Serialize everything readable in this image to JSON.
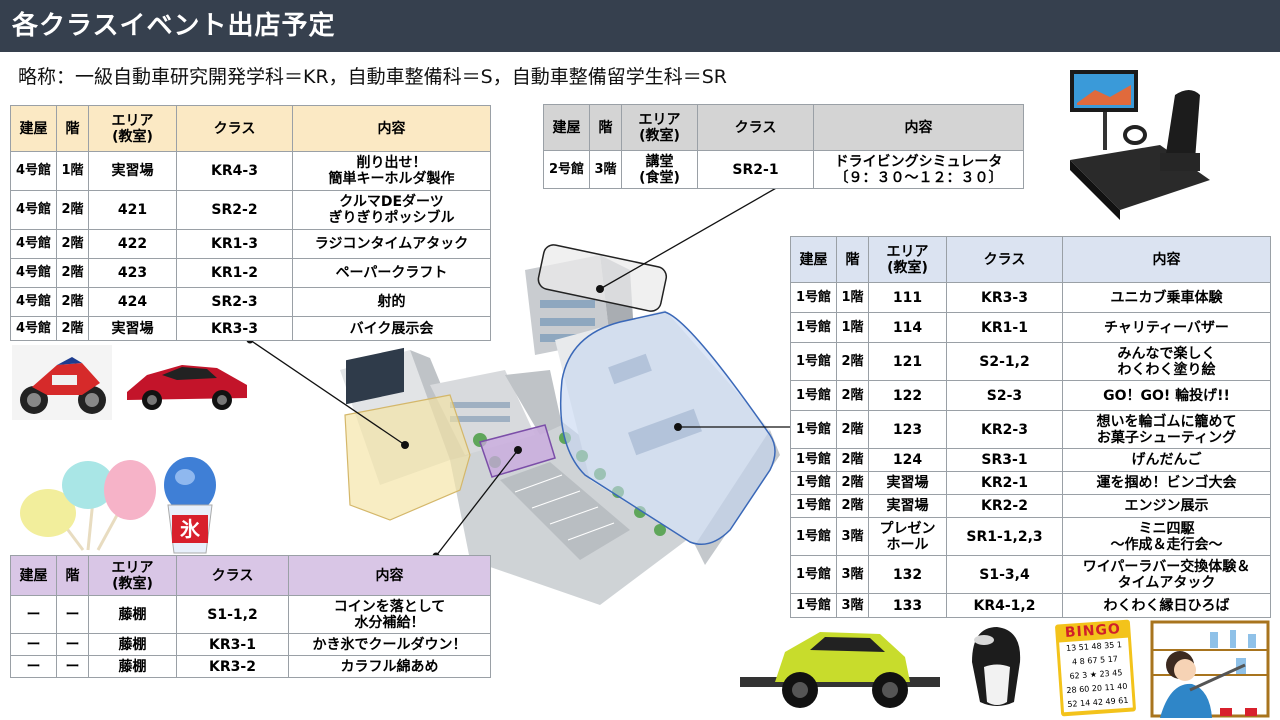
{
  "page": {
    "title": "各クラスイベント出店予定",
    "legend": "略称：一級自動車研究開発学科＝KR，自動車整備科＝S，自動車整備留学生科＝SR"
  },
  "headers": [
    "建屋",
    "階",
    "エリア\n(教室)",
    "クラス",
    "内容"
  ],
  "table_yellow": [
    {
      "building": "4号館",
      "floor": "1階",
      "area": "実習場",
      "cls": "KR4-3",
      "content": "削り出せ！\n簡単キーホルダ製作"
    },
    {
      "building": "4号館",
      "floor": "2階",
      "area": "421",
      "cls": "SR2-2",
      "content": "クルマDEダーツ\nぎりぎりポッシブル"
    },
    {
      "building": "4号館",
      "floor": "2階",
      "area": "422",
      "cls": "KR1-3",
      "content": "ラジコンタイムアタック"
    },
    {
      "building": "4号館",
      "floor": "2階",
      "area": "423",
      "cls": "KR1-2",
      "content": "ペーパークラフト"
    },
    {
      "building": "4号館",
      "floor": "2階",
      "area": "424",
      "cls": "SR2-3",
      "content": "射的"
    },
    {
      "building": "4号館",
      "floor": "2階",
      "area": "実習場",
      "cls": "KR3-3",
      "content": "バイク展示会"
    }
  ],
  "table_gray": [
    {
      "building": "2号館",
      "floor": "3階",
      "area": "講堂\n(食堂)",
      "cls": "SR2-1",
      "content": "ドライビングシミュレータ\n〔９：３０～１２：３０〕"
    }
  ],
  "table_blue": [
    {
      "building": "1号館",
      "floor": "1階",
      "area": "111",
      "cls": "KR3-3",
      "content": "ユニカブ乗車体験"
    },
    {
      "building": "1号館",
      "floor": "1階",
      "area": "114",
      "cls": "KR1-1",
      "content": "チャリティーバザー"
    },
    {
      "building": "1号館",
      "floor": "2階",
      "area": "121",
      "cls": "S2-1,2",
      "content": "みんなで楽しく\nわくわく塗り絵"
    },
    {
      "building": "1号館",
      "floor": "2階",
      "area": "122",
      "cls": "S2-3",
      "content": "GO！GO! 輪投げ!!"
    },
    {
      "building": "1号館",
      "floor": "2階",
      "area": "123",
      "cls": "KR2-3",
      "content": "想いを輪ゴムに籠めて\nお菓子シューティング"
    },
    {
      "building": "1号館",
      "floor": "2階",
      "area": "124",
      "cls": "SR3-1",
      "content": "げんだんご"
    },
    {
      "building": "1号館",
      "floor": "2階",
      "area": "実習場",
      "cls": "KR2-1",
      "content": "運を掴め！ビンゴ大会"
    },
    {
      "building": "1号館",
      "floor": "2階",
      "area": "実習場",
      "cls": "KR2-2",
      "content": "エンジン展示"
    },
    {
      "building": "1号館",
      "floor": "3階",
      "area": "プレゼン\nホール",
      "cls": "SR1-1,2,3",
      "content": "ミニ四駆\n～作成＆走行会～"
    },
    {
      "building": "1号館",
      "floor": "3階",
      "area": "132",
      "cls": "S1-3,4",
      "content": "ワイパーラバー交換体験＆\nタイムアタック"
    },
    {
      "building": "1号館",
      "floor": "3階",
      "area": "133",
      "cls": "KR4-1,2",
      "content": "わくわく縁日ひろば"
    }
  ],
  "table_purple": [
    {
      "building": "ー",
      "floor": "ー",
      "area": "藤棚",
      "cls": "S1-1,2",
      "content": "コインを落として\n水分補給！"
    },
    {
      "building": "ー",
      "floor": "ー",
      "area": "藤棚",
      "cls": "KR3-1",
      "content": "かき氷でクールダウン！"
    },
    {
      "building": "ー",
      "floor": "ー",
      "area": "藤棚",
      "cls": "KR3-2",
      "content": "カラフル綿あめ"
    }
  ],
  "bingo": {
    "title": "BINGO",
    "rows": [
      "13 51 48 35 1",
      "4 8 67 5 17",
      "62 3 ★ 23 45",
      "28 60 20 11 40",
      "52 14 42 49 61"
    ]
  },
  "ice": {
    "kanji": "氷"
  },
  "colors": {
    "title_bg": "#36404e",
    "yellow": "#fbe9c4",
    "gray": "#d4d4d4",
    "blue": "#dbe3f1",
    "purple": "#d9c6e6"
  }
}
